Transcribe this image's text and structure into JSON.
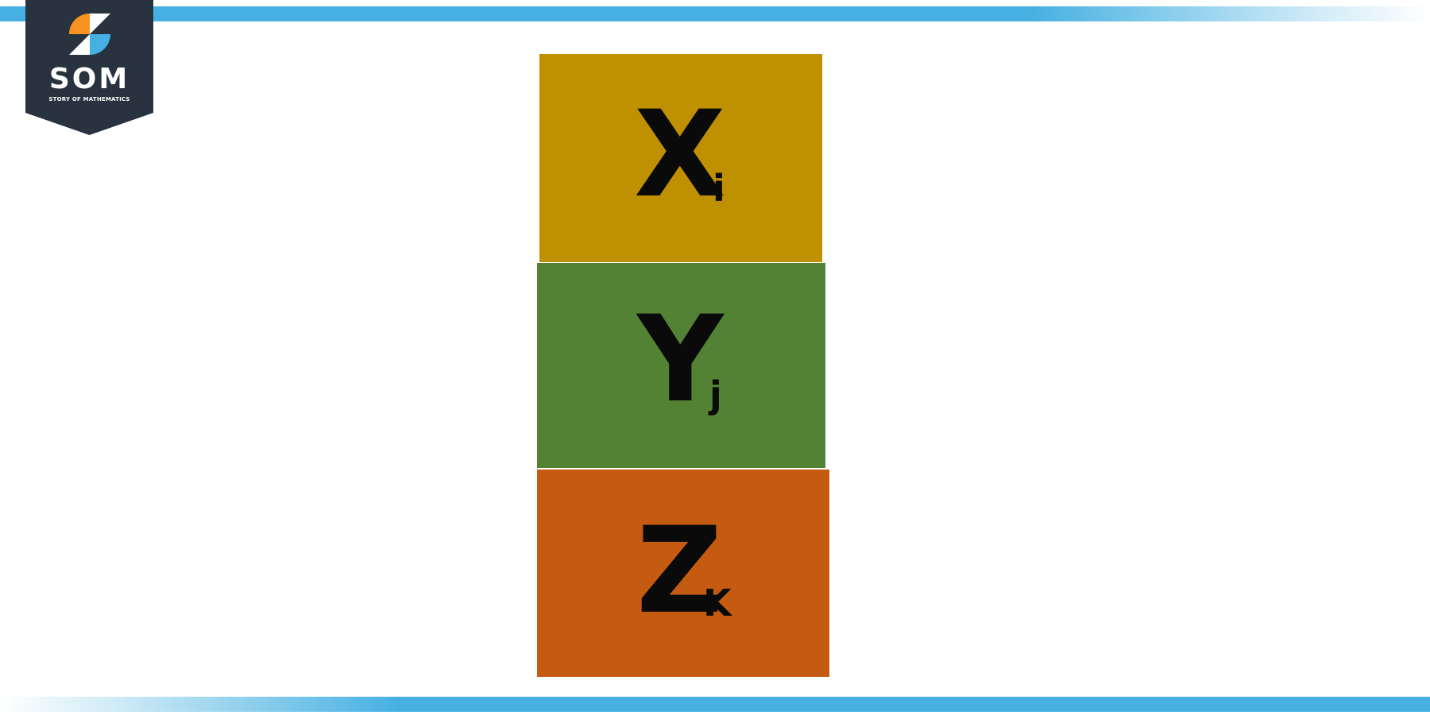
{
  "logo": {
    "name": "SOM",
    "tagline": "STORY OF MATHEMATICS",
    "badge_color": "#28333f",
    "mark_colors": [
      "#f7931e",
      "#45b0e1",
      "#ffffff"
    ]
  },
  "stripes": {
    "color": "#45b0e1"
  },
  "blocks": [
    {
      "letter": "X",
      "subscript": "i",
      "color": "#bf9000"
    },
    {
      "letter": "Y",
      "subscript": "j",
      "color": "#548235"
    },
    {
      "letter": "Z",
      "subscript": "K",
      "color": "#c55a11"
    }
  ]
}
